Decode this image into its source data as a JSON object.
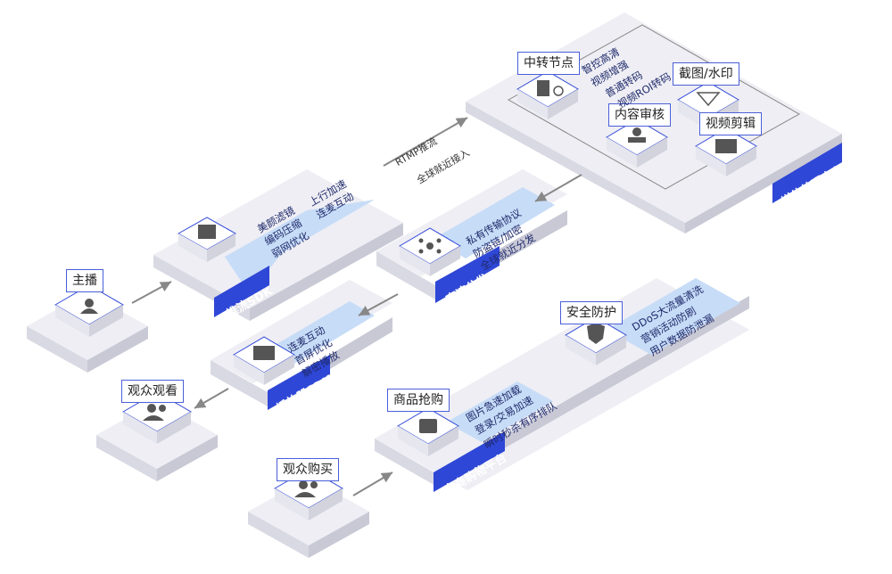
{
  "nodes": {
    "anchor": {
      "label": "主播"
    },
    "viewer_watch": {
      "label": "观众观看"
    },
    "viewer_buy": {
      "label": "观众购买"
    },
    "push_sdk": {
      "title": "推流SDK",
      "features": [
        "美颜滤镜",
        "编码压缩",
        "弱网优化",
        "上行加速",
        "连麦互动"
      ]
    },
    "fast_dist": {
      "title": "高速分发",
      "features": [
        "私有传输协议",
        "防盗链/加密",
        "全球就近分发"
      ]
    },
    "player_sdk": {
      "title": "播放器SDK",
      "features": [
        "连麦互动",
        "首屏优化",
        "解密播放"
      ]
    },
    "media_center": {
      "title": "媒体处理中心",
      "relay": {
        "label": "中转节点",
        "features": [
          "智控高清",
          "视频增强",
          "普通转码",
          "视频ROI转码"
        ]
      },
      "screenshot": {
        "label": "截图/水印"
      },
      "review": {
        "label": "内容审核"
      },
      "editing": {
        "label": "视频剪辑"
      }
    },
    "ecommerce": {
      "title": "电商购物平台",
      "goods": {
        "label": "商品抢购",
        "features": [
          "图片急速加载",
          "登录/交易加速",
          "瞬时秒杀有序排队"
        ]
      },
      "security": {
        "label": "安全防护",
        "features": [
          "DDoS大流量清洗",
          "营销活动防刷",
          "用户数据防泄漏"
        ]
      }
    }
  },
  "flows": {
    "rtmp": [
      "RTMP推流",
      "全球就近接入"
    ]
  },
  "colors": {
    "accent": "#2f47d6",
    "platform_top": "#eeeef4",
    "platform_side_left": "#d9d9e3",
    "platform_side_right": "#c9c9d6",
    "feature_bg": "#c7dcf7",
    "icon_fg": "#555555",
    "arrow": "#888888"
  }
}
